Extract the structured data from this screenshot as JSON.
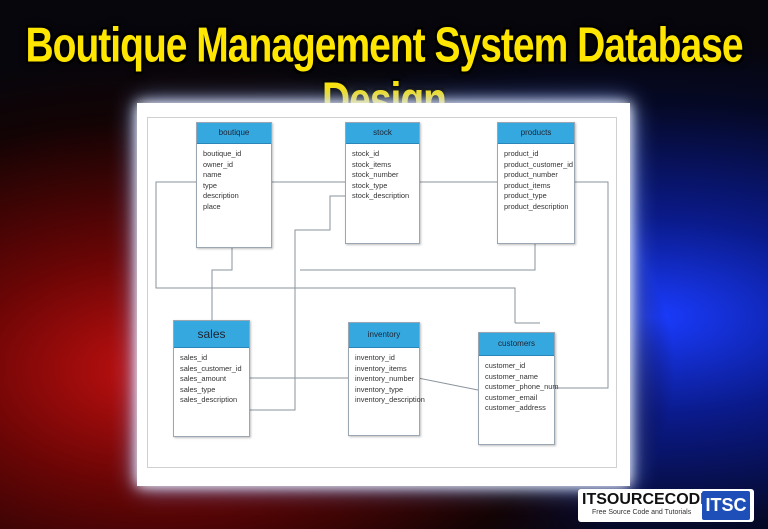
{
  "title": "Boutique Management System Database Design",
  "entities": {
    "boutique": {
      "name": "boutique",
      "fields": [
        "boutique_id",
        "owner_id",
        "name",
        "type",
        "description",
        "place"
      ]
    },
    "stock": {
      "name": "stock",
      "fields": [
        "stock_id",
        "stock_items",
        "stock_number",
        "stock_type",
        "stock_description"
      ]
    },
    "products": {
      "name": "products",
      "fields": [
        "product_id",
        "product_customer_id",
        "product_number",
        "product_items",
        "product_type",
        "product_description"
      ]
    },
    "sales": {
      "name": "sales",
      "fields": [
        "sales_id",
        "sales_customer_id",
        "sales_amount",
        "sales_type",
        "sales_description"
      ]
    },
    "inventory": {
      "name": "inventory",
      "fields": [
        "inventory_id",
        "inventory_items",
        "inventory_number",
        "inventory_type",
        "inventory_description"
      ]
    },
    "customers": {
      "name": "customers",
      "fields": [
        "customer_id",
        "customer_name",
        "customer_phone_num",
        "customer_email",
        "customer_address"
      ]
    }
  },
  "logo": {
    "main": "ITSOURCECODE",
    "sub": "Free Source Code and Tutorials",
    "badge": "ITSC"
  },
  "colors": {
    "title": "#ffe600",
    "entity_header": "#36a8e0",
    "frame": "#ffffff"
  }
}
